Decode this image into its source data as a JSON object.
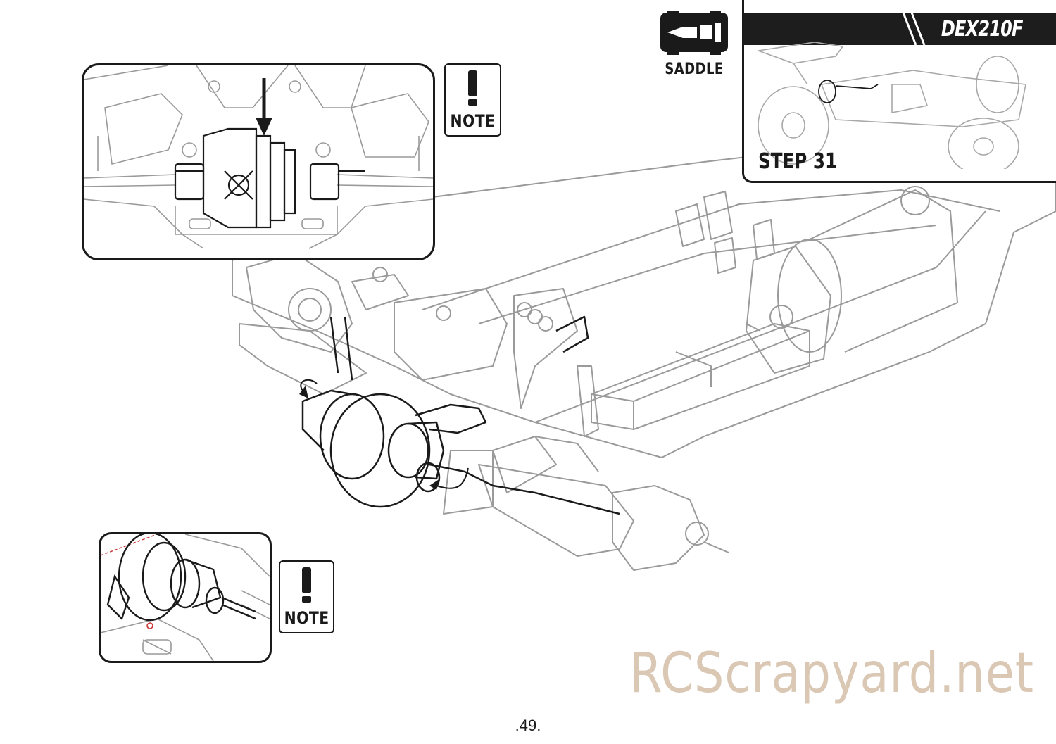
{
  "header": {
    "category_label": "SADDLE",
    "model_name": "DEX210F",
    "step_label": "STEP 31"
  },
  "notes": {
    "top_note_label": "NOTE",
    "bottom_note_label": "NOTE"
  },
  "watermark": "RCScrapyard.net",
  "page_number": ".49.",
  "icons": {
    "saddle": "saddle-chassis-icon",
    "note": "exclamation-icon"
  },
  "colors": {
    "ink": "#1a1a1a",
    "faded_line": "#9a9a9a",
    "watermark": "#dac8b4"
  }
}
